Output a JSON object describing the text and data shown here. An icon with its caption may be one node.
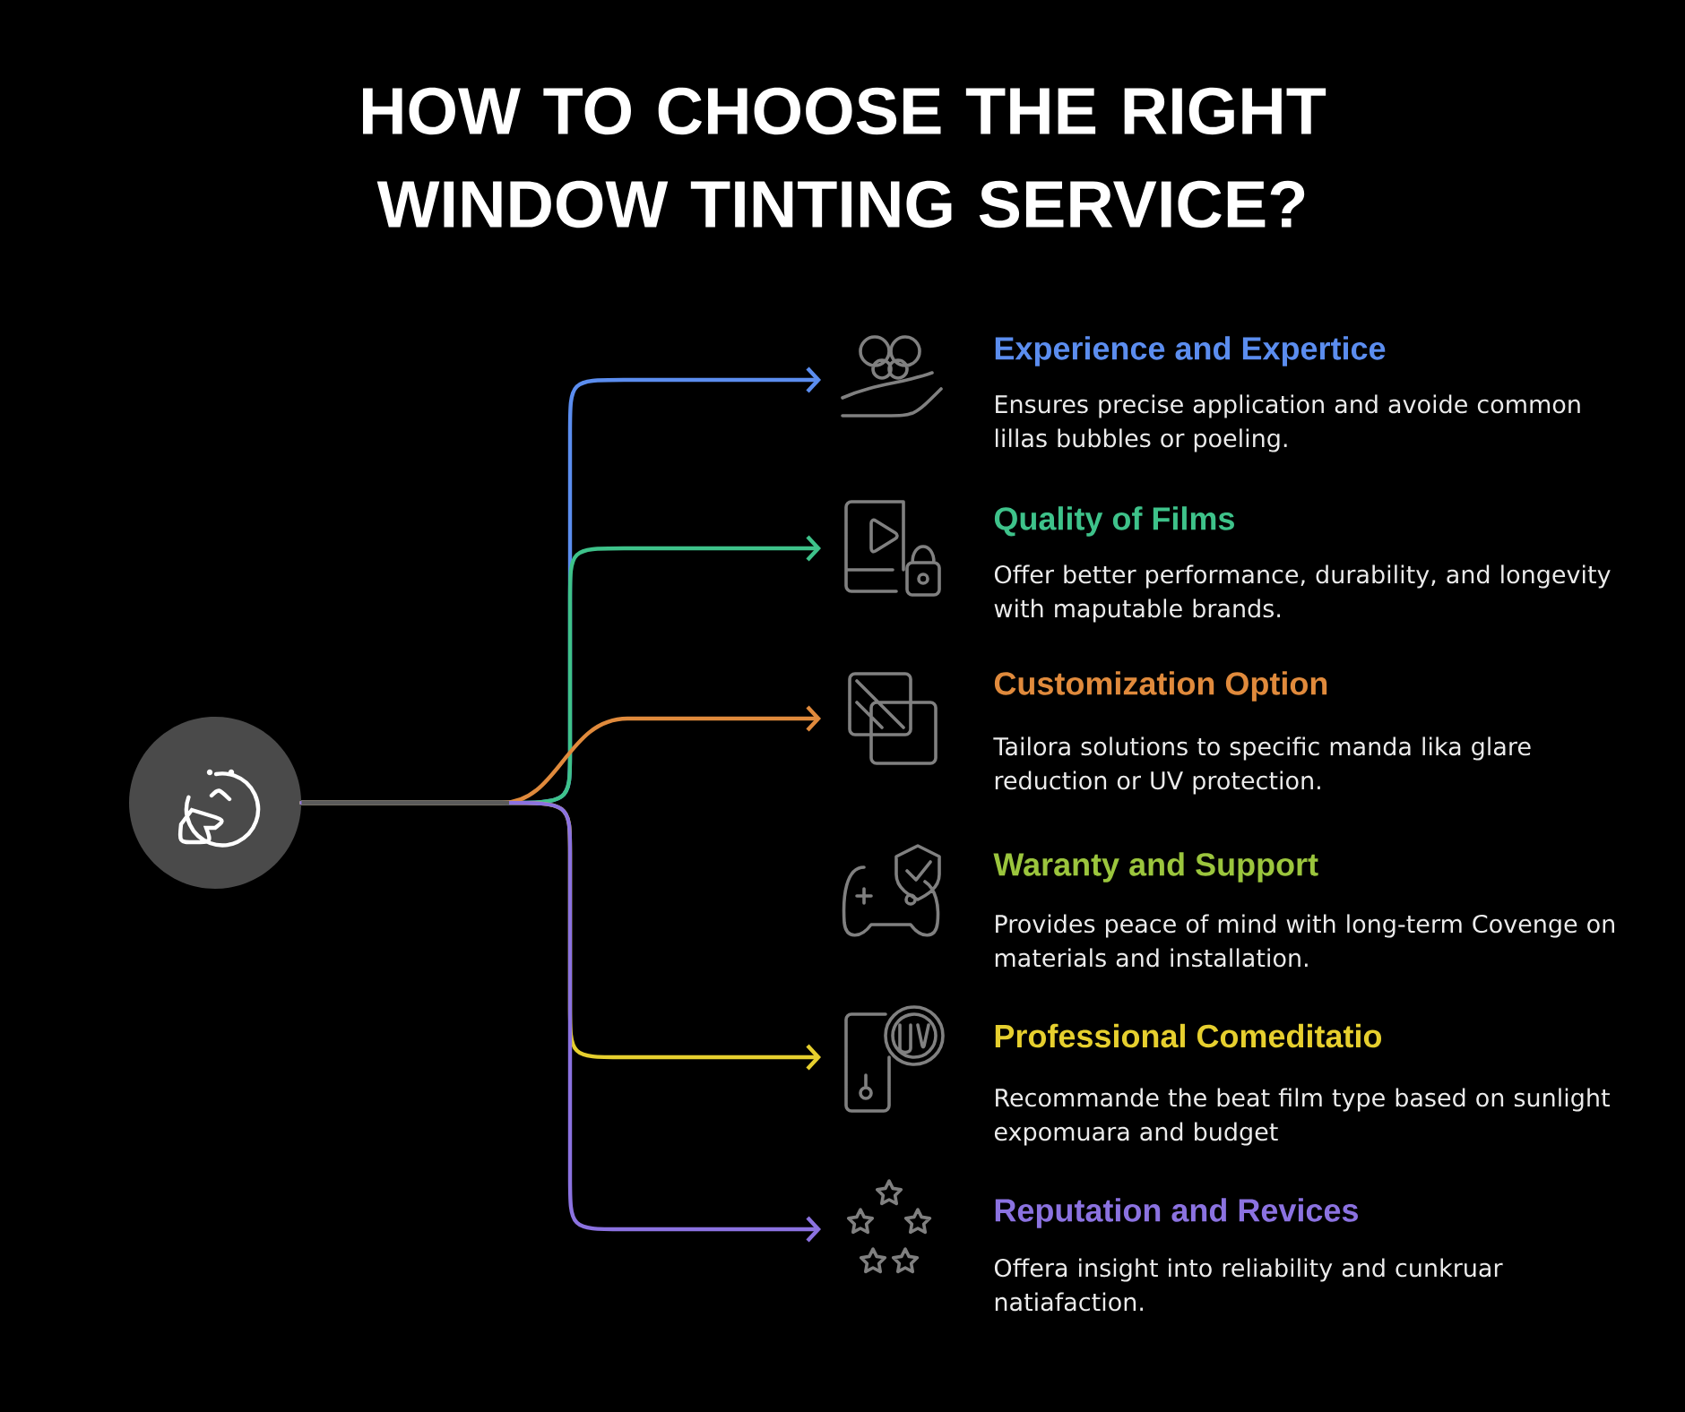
{
  "diagram": {
    "title": "HOW TO CHOOSE THE RIGHT WINDOW TINTING SERVICE?",
    "nodes": [
      {
        "text": [],
        "shape": "circle"
      },
      {
        "text": [
          "Experience and Expertice",
          "Ensures precise application and avoide common lillas bubbles or poeling."
        ]
      },
      {
        "text": [
          "Quality of Films",
          "Offer better performance, durability, and longevity with maputable brands."
        ]
      },
      {
        "text": [
          "Customization Option",
          "Tailora solutions to specific manda lika glare reduction or UV protection."
        ]
      },
      {
        "text": [
          "Waranty and Support",
          "Provides peace of mind with long-term Covenge on materials and installation."
        ]
      },
      {
        "text": [
          "Professional Comeditatio",
          "Recommande the beat film type based on sunlight expomuara and budget"
        ]
      },
      {
        "text": [
          "Reputation and Revices",
          "Offera insight into reliability and cunkruar natiafaction."
        ]
      }
    ],
    "edges": [
      {
        "from": 0,
        "to": 1,
        "arrow": "to",
        "color": "#5b8def"
      },
      {
        "from": 0,
        "to": 2,
        "arrow": "to",
        "color": "#3ec28a"
      },
      {
        "from": 0,
        "to": 3,
        "arrow": "to",
        "color": "#e08a3c"
      },
      {
        "from": 0,
        "to": 5,
        "arrow": "to",
        "color": "#e6cf2e"
      },
      {
        "from": 0,
        "to": 6,
        "arrow": "to",
        "color": "#8b72e0"
      }
    ]
  }
}
